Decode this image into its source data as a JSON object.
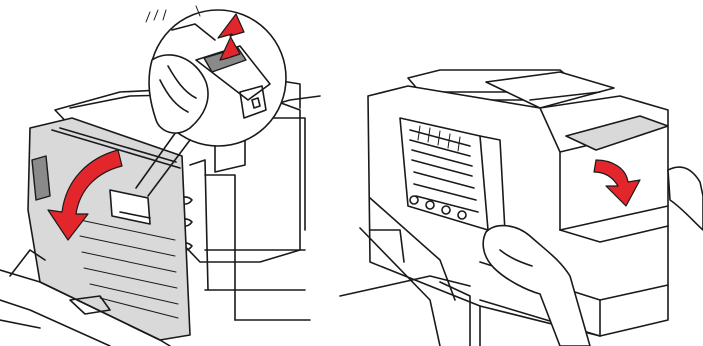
{
  "figure": {
    "panels": [
      {
        "id": "left",
        "arrows": [
          "down-curved-arrow",
          "up-arrow"
        ],
        "callout": "magnifier-circle"
      },
      {
        "id": "right",
        "arrows": [
          "down-curved-arrow"
        ]
      }
    ],
    "colors": {
      "line": "#1a1a1a",
      "panel_fill": "#d9d9d9",
      "panel_dark": "#8a8a8a",
      "arrow_fill": "#e3262b",
      "background": "#ffffff"
    }
  }
}
